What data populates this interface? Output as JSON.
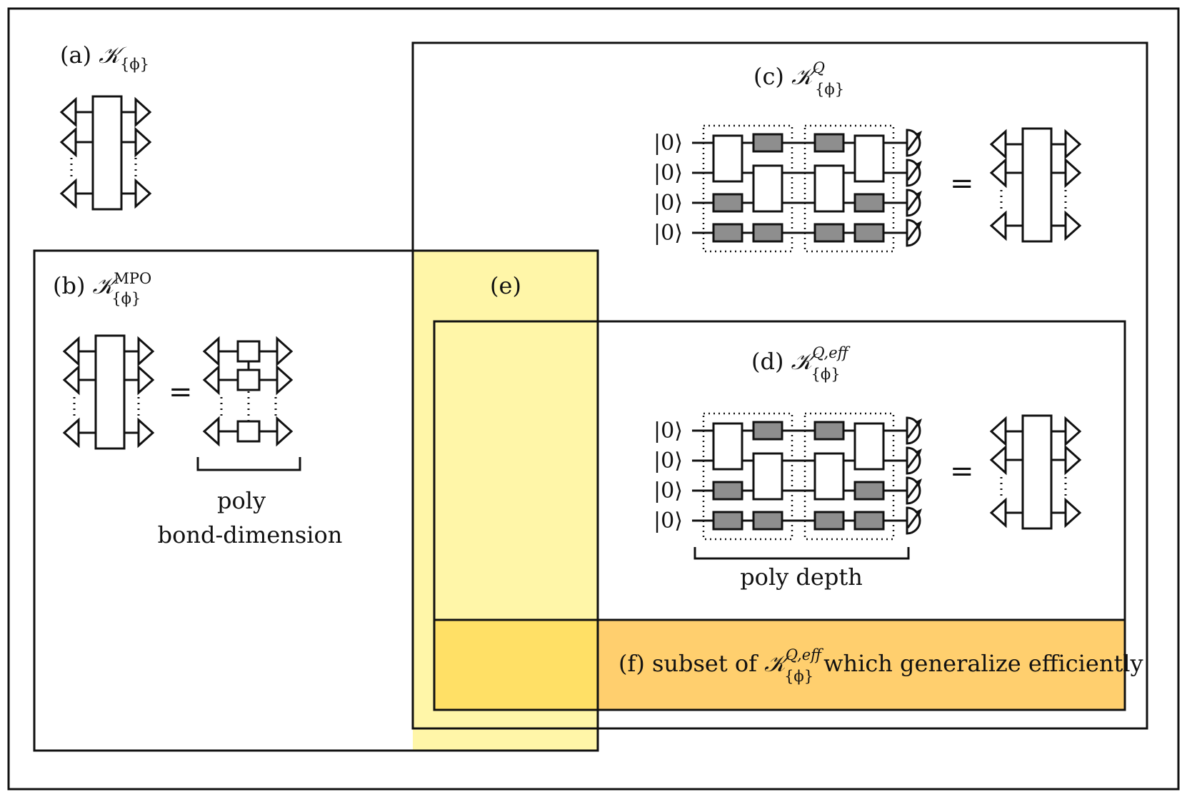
{
  "panels": {
    "a": {
      "prefix": "(a) ",
      "symbol": "𝒦",
      "sub": "{ϕ}",
      "sup": ""
    },
    "b": {
      "prefix": "(b) ",
      "symbol": "𝒦",
      "sub": "{ϕ}",
      "sup": "MPO"
    },
    "c": {
      "prefix": "(c) ",
      "symbol": "𝒦",
      "sub": "{ϕ}",
      "sup": "Q"
    },
    "d": {
      "prefix": "(d) ",
      "symbol": "𝒦",
      "sub": "{ϕ}",
      "sup": "Q,eff"
    },
    "e": {
      "label": "(e)"
    },
    "f": {
      "prefix": "(f) subset of ",
      "symbol": "𝒦",
      "sub": "{ϕ}",
      "sup": "Q,eff",
      "suffix": "which generalize efficiently"
    }
  },
  "annotations": {
    "mpo_line1": "poly",
    "mpo_line2": "bond-dimension",
    "depth": "poly depth",
    "ket": "|0⟩",
    "equals": "="
  },
  "colors": {
    "region_e": "#fff6a8",
    "region_f": "#ffcf6e",
    "region_overlap": "#ffe066",
    "gate_gray": "#8e8e8e",
    "stroke": "#111111"
  }
}
